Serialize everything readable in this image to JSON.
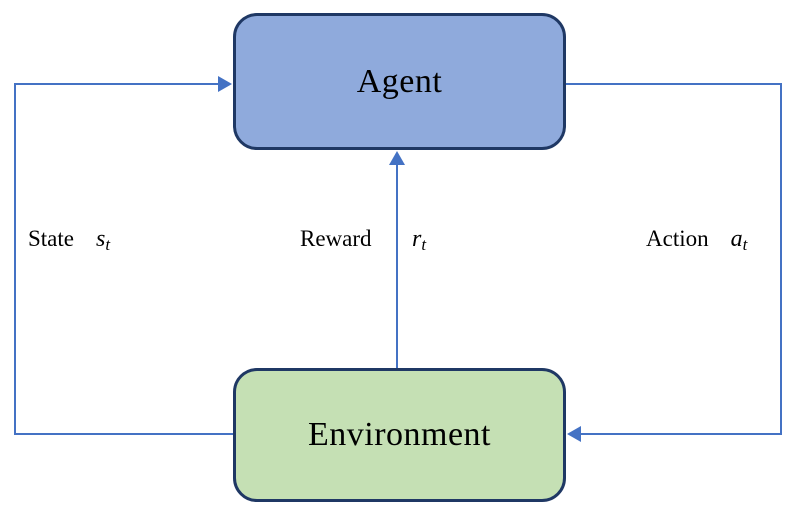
{
  "diagram": {
    "nodes": [
      {
        "id": "agent",
        "label": "Agent"
      },
      {
        "id": "environment",
        "label": "Environment"
      }
    ],
    "edges": [
      {
        "id": "state",
        "label": "State",
        "symbol": "s",
        "subscript": "t",
        "from": "environment",
        "to": "agent"
      },
      {
        "id": "reward",
        "label": "Reward",
        "symbol": "r",
        "subscript": "t",
        "from": "environment",
        "to": "agent"
      },
      {
        "id": "action",
        "label": "Action",
        "symbol": "a",
        "subscript": "t",
        "from": "agent",
        "to": "environment"
      }
    ],
    "colors": {
      "agent_fill": "#8FAADC",
      "environment_fill": "#C5E0B4",
      "node_border": "#1F3864",
      "arrow": "#4472C4",
      "text": "#000000",
      "background": "#FFFFFF"
    }
  }
}
